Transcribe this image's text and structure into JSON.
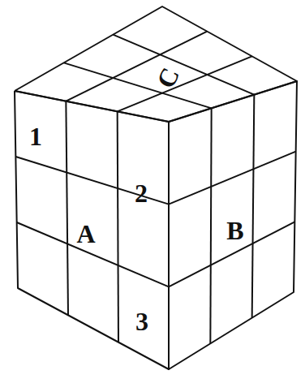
{
  "diagram": {
    "labels": [
      "C",
      "1",
      "2",
      "A",
      "B",
      "3"
    ]
  }
}
